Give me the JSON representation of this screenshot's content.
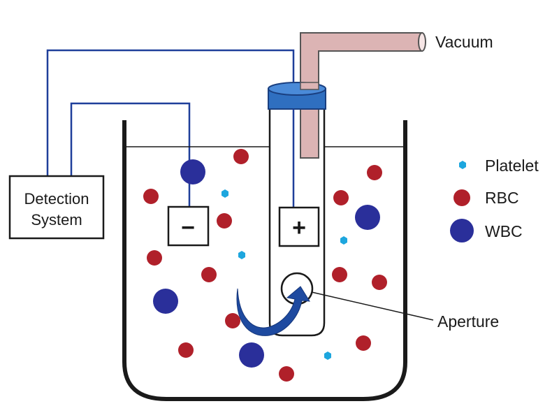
{
  "labels": {
    "vacuum": "Vacuum",
    "aperture": "Aperture",
    "detection_line1": "Detection",
    "detection_line2": "System",
    "negative": "−",
    "positive": "+"
  },
  "legend": [
    {
      "key": "platelet",
      "label": "Platelet"
    },
    {
      "key": "rbc",
      "label": "RBC"
    },
    {
      "key": "wbc",
      "label": "WBC"
    }
  ],
  "colors": {
    "wire": "#1f3f9a",
    "tube_cap": "#2f6fc0",
    "vacuum_pipe": "#dcb4b4",
    "rbc": "#b0202a",
    "wbc": "#2a2f9a",
    "platelet": "#1da6de",
    "arrow": "#1e4aa0",
    "outline": "#1a1a1a"
  }
}
